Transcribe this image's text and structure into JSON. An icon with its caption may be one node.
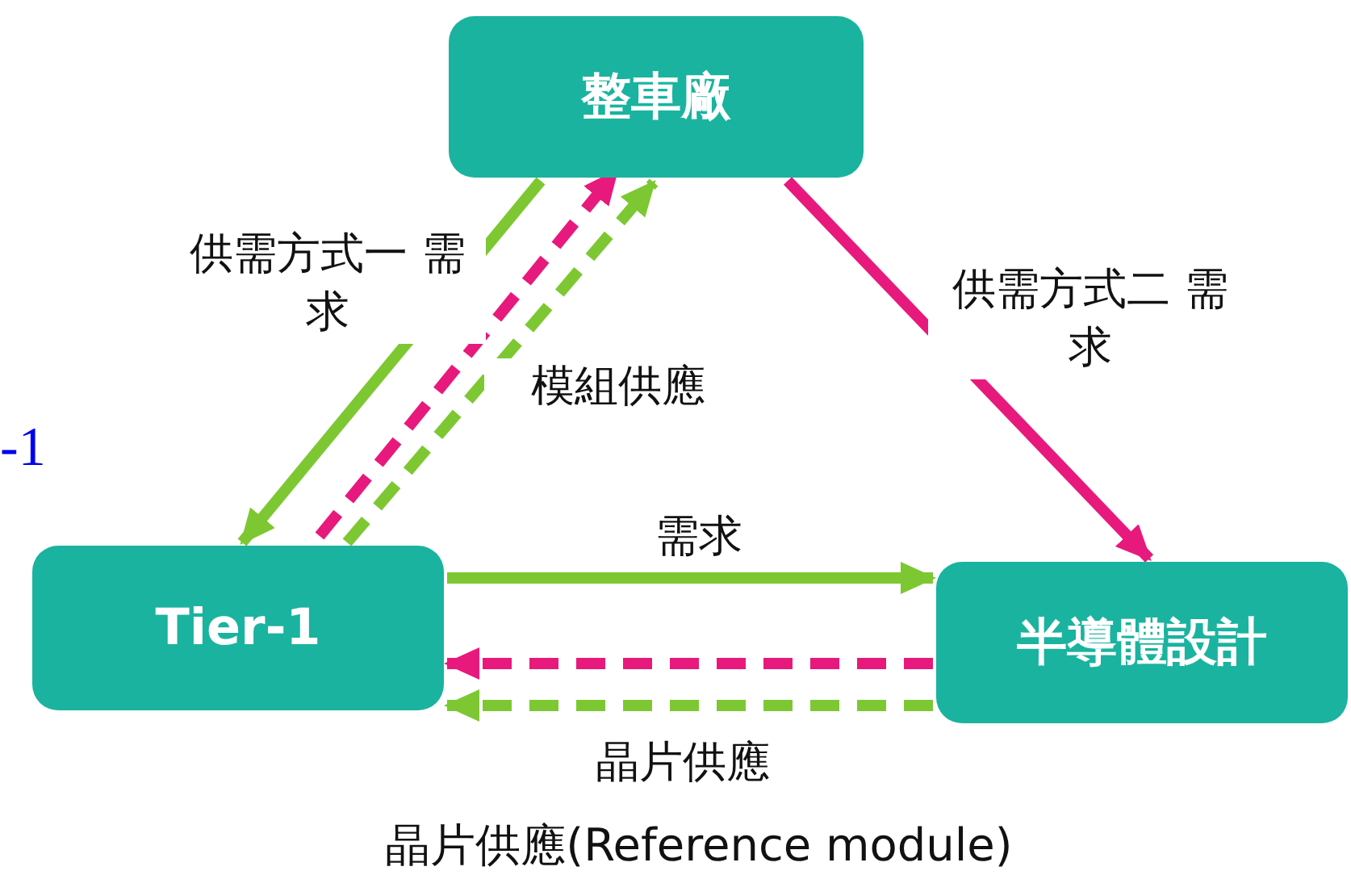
{
  "diagram": {
    "caption": "晶片供應(Reference module)",
    "nodes": [
      {
        "text": [
          "整車廠"
        ]
      },
      {
        "text": [
          "Tier-1"
        ]
      },
      {
        "text": [
          "半導體設計"
        ]
      }
    ],
    "edges": [
      {
        "from": 0,
        "to": 1,
        "arrow": "to",
        "label": "供需方式一 需求"
      },
      {
        "from": 1,
        "to": 0,
        "arrow": "to",
        "style": "dashed",
        "color": "#e8197d"
      },
      {
        "from": 1,
        "to": 0,
        "arrow": "to",
        "style": "dashed",
        "label": "模組供應"
      },
      {
        "from": 0,
        "to": 2,
        "arrow": "to",
        "color": "#e8197d",
        "label": "供需方式二 需求"
      },
      {
        "from": 1,
        "to": 2,
        "arrow": "to",
        "label": "需求"
      },
      {
        "from": 2,
        "to": 1,
        "arrow": "to",
        "style": "dashed",
        "color": "#e8197d"
      },
      {
        "from": 2,
        "to": 1,
        "arrow": "to",
        "style": "dashed",
        "label": "晶片供應"
      }
    ],
    "labels": [
      "-1"
    ]
  }
}
